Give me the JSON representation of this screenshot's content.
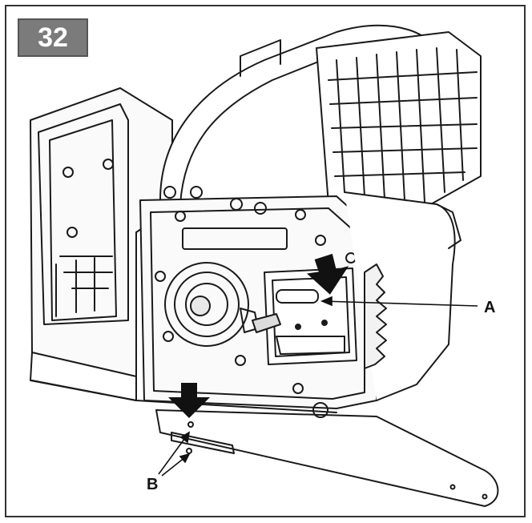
{
  "figure": {
    "number": "32",
    "callouts": {
      "a": "A",
      "b": "B"
    }
  },
  "colors": {
    "badge_bg": "#7b7b7b",
    "line": "#1a1a1a",
    "arrow": "#111111"
  },
  "icons": [
    "push-down-arrow-icon",
    "push-down-arrow-icon"
  ]
}
